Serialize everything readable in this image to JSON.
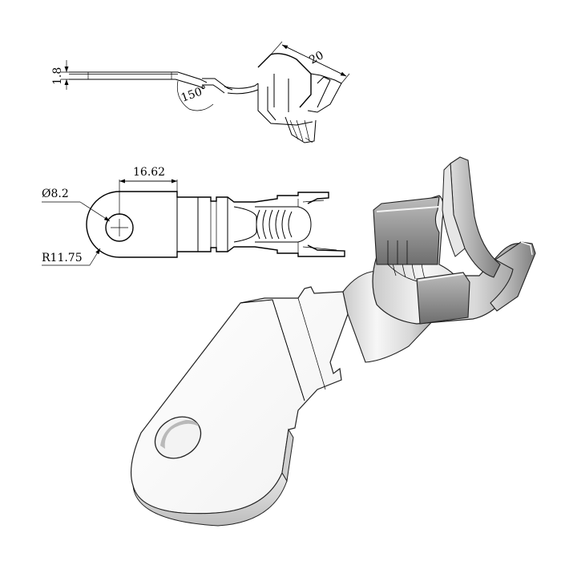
{
  "drawing": {
    "dimensions": {
      "thickness": "1.8",
      "angle": "150°",
      "length": "20",
      "offset": "16.62",
      "hole_diameter": "Ø8.2",
      "radius": "R11.75"
    }
  }
}
